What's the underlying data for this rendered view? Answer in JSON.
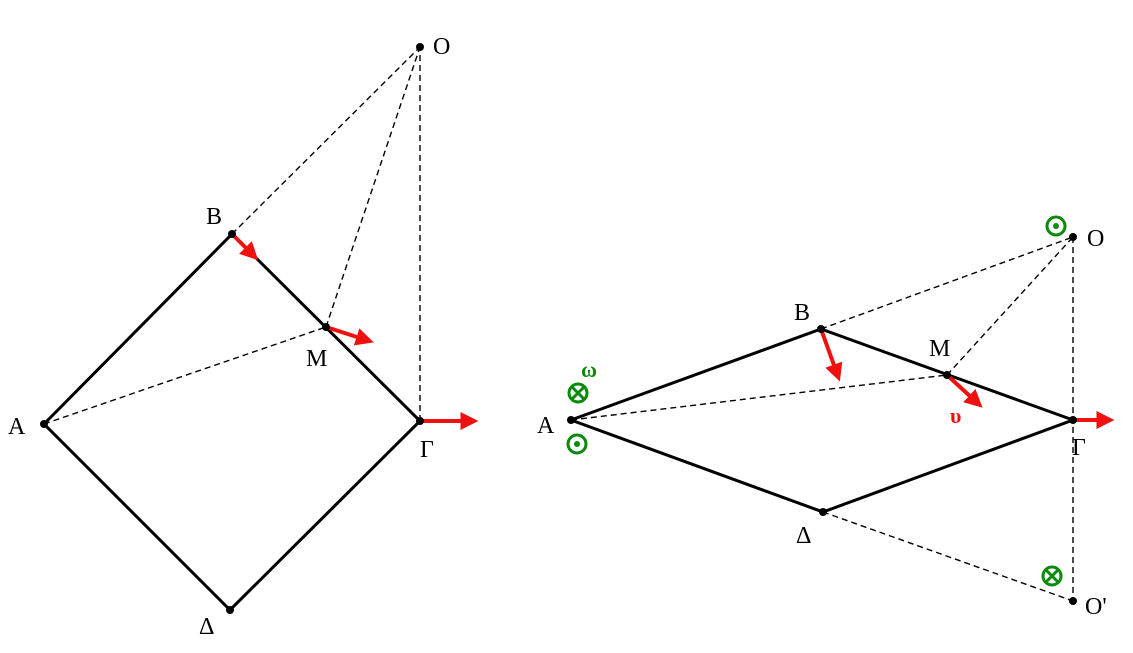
{
  "left_figure": {
    "labels": {
      "O": "O",
      "B": "B",
      "M": "M",
      "A": "A",
      "G": "Γ",
      "D": "Δ"
    }
  },
  "right_figure": {
    "labels": {
      "O": "O",
      "O2": "O'",
      "B": "B",
      "M": "M",
      "A": "A",
      "G": "Γ",
      "D": "Δ",
      "omega": "ω",
      "velocity": "υ"
    }
  },
  "colors": {
    "vector": "#f01010",
    "rotation": "#0a8a0a"
  }
}
